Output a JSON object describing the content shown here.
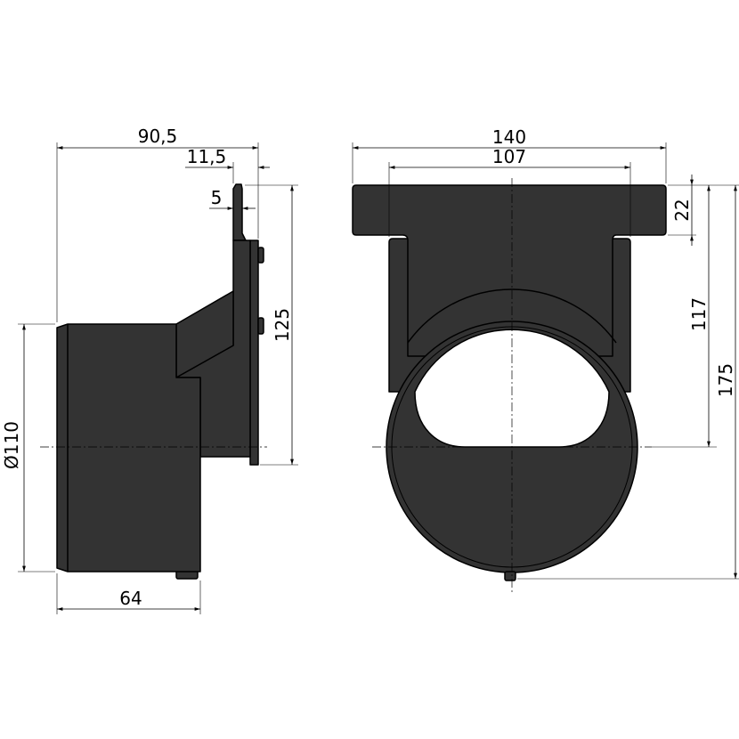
{
  "drawing": {
    "side_view": {
      "dimensions": {
        "overall_depth": "90,5",
        "flange_offset": "11,5",
        "tab_thickness": "5",
        "height": "125",
        "pipe_diameter": "Ø110",
        "pipe_length": "64"
      }
    },
    "front_view": {
      "dimensions": {
        "flange_width": "140",
        "stem_width": "107",
        "flange_height": "22",
        "center_height": "117",
        "overall_height": "175"
      }
    },
    "colors": {
      "body": "#333333",
      "line": "#000000"
    }
  }
}
